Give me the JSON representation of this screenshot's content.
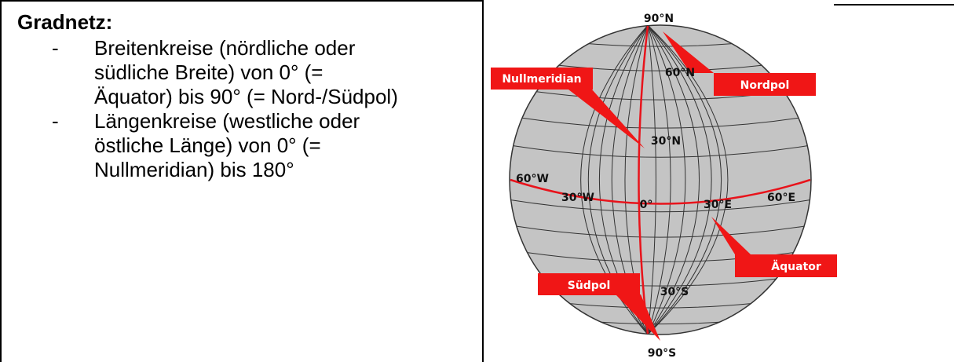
{
  "text_cell": {
    "heading": "Gradnetz:",
    "items": [
      {
        "bullet": "-",
        "lines": [
          "Breitenkreise (nördliche oder",
          "südliche Breite) von 0° (=",
          "Äquator) bis 90° (= Nord-/Südpol)"
        ]
      },
      {
        "bullet": "-",
        "lines": [
          "Längenkreise (westliche oder",
          "östliche Länge) von 0° (=",
          "Nullmeridian) bis 180°"
        ]
      }
    ]
  },
  "globe": {
    "latitude_labels": {
      "north_pole": "90°N",
      "lat_60n": "60°N",
      "lat_30n": "30°N",
      "lat_30s": "30°S",
      "south_pole": "90°S"
    },
    "longitude_labels": {
      "lon_60w": "60°W",
      "lon_30w": "30°W",
      "lon_0": "0°",
      "lon_30e": "30°E",
      "lon_60e": "60°E"
    },
    "callouts": {
      "prime_meridian": "Nullmeridian",
      "north_pole": "Nordpol",
      "equator": "Äquator",
      "south_pole": "Südpol"
    },
    "colors": {
      "sphere": "#c4c4c4",
      "grid": "#333333",
      "highlight": "#e8131b",
      "callout_fill": "#f01616",
      "callout_text": "#ffffff"
    }
  }
}
